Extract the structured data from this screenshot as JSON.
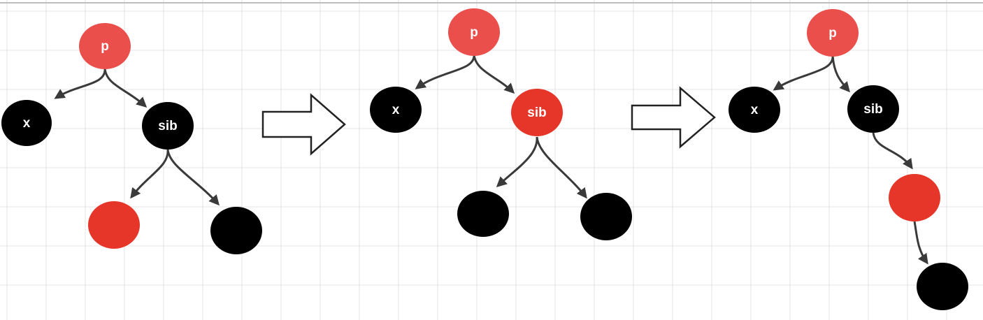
{
  "colors": {
    "red_light": "#ea4f4b",
    "red": "#e53629",
    "black": "#000000",
    "edge": "#3a3a3a",
    "grid": "#e6e6e6",
    "frame_top": "#bdbdbd"
  },
  "diagram": {
    "stage1": {
      "p_label": "p",
      "x_label": "x",
      "sib_label": "sib"
    },
    "stage2": {
      "p_label": "p",
      "x_label": "x",
      "sib_label": "sib"
    },
    "stage3": {
      "p_label": "p",
      "x_label": "x",
      "sib_label": "sib"
    }
  }
}
